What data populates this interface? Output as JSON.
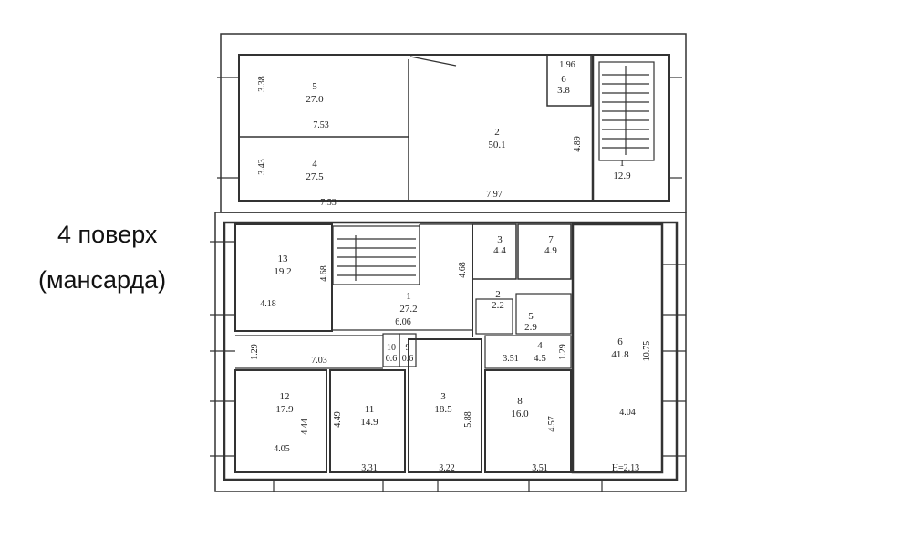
{
  "caption": {
    "line1": "4 поверх",
    "line2": "(мансарда)"
  },
  "upper_floor": {
    "rooms": [
      {
        "num": "5",
        "area": "27.0"
      },
      {
        "num": "4",
        "area": "27.5"
      },
      {
        "num": "2",
        "area": "50.1"
      },
      {
        "num": "6",
        "area": "3.8"
      },
      {
        "num": "1",
        "area": "12.9"
      }
    ],
    "dims": [
      "3.38",
      "7.53",
      "3.43",
      "7.53",
      "7.97",
      "4.89",
      "1.96"
    ]
  },
  "lower_floor": {
    "rooms": [
      {
        "num": "13",
        "area": "19.2"
      },
      {
        "num": "1",
        "area": "27.2"
      },
      {
        "num": "3",
        "area": "4.4"
      },
      {
        "num": "7",
        "area": "4.9"
      },
      {
        "num": "6",
        "area": "41.8"
      },
      {
        "num": "2",
        "area": "2.2"
      },
      {
        "num": "5",
        "area": "2.9"
      },
      {
        "num": "10",
        "area": "0.6"
      },
      {
        "num": "9",
        "area": "0.6"
      },
      {
        "num": "4",
        "area": "4.5"
      },
      {
        "num": "12",
        "area": "17.9"
      },
      {
        "num": "11",
        "area": "14.9"
      },
      {
        "num": "3",
        "area": "18.5"
      },
      {
        "num": "8",
        "area": "16.0"
      }
    ],
    "dims": [
      "4.68",
      "4.18",
      "4.68",
      "6.06",
      "1.29",
      "7.03",
      "1.29",
      "3.51",
      "10.75",
      "4.44",
      "4.05",
      "4.49",
      "3.31",
      "5.88",
      "3.22",
      "4.57",
      "3.51",
      "4.04",
      "H=2.13"
    ]
  }
}
